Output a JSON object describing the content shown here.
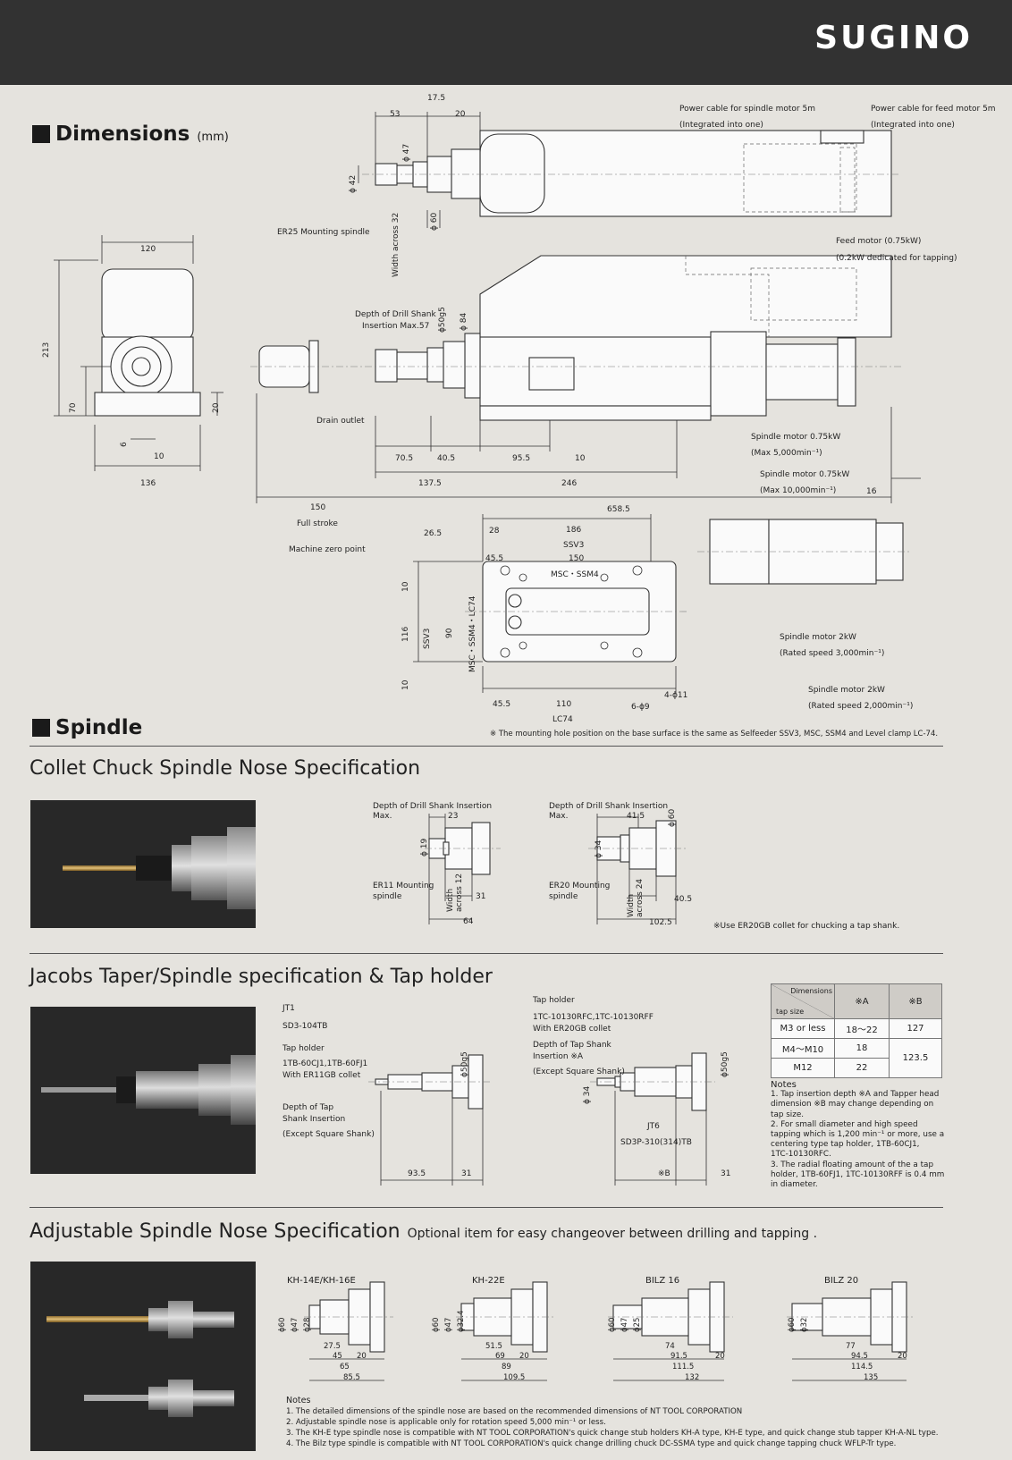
{
  "header": {
    "logo": "SUGINO"
  },
  "dimensions": {
    "title": "Dimensions",
    "unit": "(mm)",
    "labels": {
      "power_spindle": "Power cable for spindle motor 5m",
      "integrated1": "(Integrated into one)",
      "power_feed": "Power cable for feed motor 5m",
      "integrated2": "(Integrated into one)",
      "feed_motor": "Feed motor (0.75kW)",
      "feed_motor_tap": "(0.2kW dedicated for tapping)",
      "er25": "ER25 Mounting spindle",
      "width32": "Width across 32",
      "depth_drill1": "Depth of Drill Shank",
      "depth_drill2": "Insertion Max.57",
      "drain": "Drain outlet",
      "sm075a": "Spindle motor 0.75kW",
      "sm075a_speed": "(Max 5,000min⁻¹)",
      "sm075b": "Spindle motor 0.75kW",
      "sm075b_speed": "(Max 10,000min⁻¹)",
      "full_stroke": "Full stroke",
      "zero_point": "Machine zero point",
      "sm2a": "Spindle motor 2kW",
      "sm2a_speed": "(Rated speed 3,000min⁻¹)",
      "sm2b": "Spindle motor 2kW",
      "sm2b_speed": "(Rated speed 2,000min⁻¹)",
      "ssv3": "SSV3",
      "msc_ssm4": "MSC・SSM4",
      "msc_ssm4_lc74": "MSC・SSM4・LC74",
      "lc74": "LC74",
      "holes6": "6-ϕ9",
      "holes4": "4-ϕ11",
      "mounting_note": "※ The mounting hole position on the base surface is the same as Selfeeder SSV3, MSC, SSM4 and Level clamp LC-74."
    },
    "dims": {
      "d53": "53",
      "d175": "17.5",
      "d20a": "20",
      "phi47": "ϕ 47",
      "phi42": "ϕ 42",
      "phi60": "ϕ 60",
      "d120": "120",
      "d213": "213",
      "d70": "70",
      "d20b": "20",
      "d6": "6",
      "d10": "10",
      "d136": "136",
      "phi50g5": "ϕ50g5",
      "phi84": "ϕ 84",
      "d705": "70.5",
      "d405": "40.5",
      "d955": "95.5",
      "d10b": "10",
      "d1375": "137.5",
      "d246": "246",
      "d150": "150",
      "d6585": "658.5",
      "d16": "16",
      "d265": "26.5",
      "d28": "28",
      "d186": "186",
      "d455a": "45.5",
      "d150b": "150",
      "d10c": "10",
      "d116": "116",
      "d90": "90",
      "d10d": "10",
      "d455b": "45.5",
      "d110": "110"
    }
  },
  "spindle": {
    "title": "Spindle",
    "collet": {
      "title": "Collet Chuck Spindle Nose Specification",
      "a_depth1": "Depth of Drill Shank Insertion",
      "a_depth2": "Max.",
      "a_23": "23",
      "a_phi19": "ϕ 19",
      "a_er11": "ER11 Mounting",
      "a_er11b": "spindle",
      "a_width": "Width",
      "a_across": "across 12",
      "a_31": "31",
      "a_64": "64",
      "b_depth1": "Depth of Drill Shank Insertion",
      "b_depth2": "Max.",
      "b_415": "41.5",
      "b_phi60": "ϕ 60",
      "b_phi34": "ϕ 34",
      "b_er20": "ER20 Mounting",
      "b_er20b": "spindle",
      "b_width": "Width",
      "b_across": "across 24",
      "b_405": "40.5",
      "b_1025": "102.5",
      "note": "※Use ER20GB collet for chucking a tap shank."
    },
    "jacobs": {
      "title": "Jacobs Taper/Spindle specification & Tap holder",
      "jt1": "JT1",
      "sd3": "SD3-104TB",
      "tap_holder": "Tap holder",
      "tb": "1TB-60CJ1,1TB-60FJ1",
      "er11gb": "With ER11GB collet",
      "depth1": "Depth of Tap",
      "depth2": "Shank Insertion",
      "except": "(Except Square Shank)",
      "phi50g5a": "ϕ50g5",
      "d935": "93.5",
      "d31a": "31",
      "tap_holder2": "Tap holder",
      "tc": "1TC-10130RFC,1TC-10130RFF",
      "er20gb": "With ER20GB collet",
      "depth_b1": "Depth of Tap Shank",
      "depth_b2": "Insertion ※A",
      "except2": "(Except Square Shank)",
      "phi34": "ϕ 34",
      "jt6": "JT6",
      "sd3p": "SD3P-310(314)TB",
      "phi50g5b": "ϕ50g5",
      "xb": "※B",
      "d31b": "31",
      "table": {
        "h_dim": "Dimensions",
        "h_tap": "tap size",
        "h_a": "※A",
        "h_b": "※B",
        "rows": [
          [
            "M3 or less",
            "18～22",
            "127"
          ],
          [
            "M4～M10",
            "18",
            "123.5"
          ],
          [
            "M12",
            "22",
            ""
          ]
        ]
      },
      "notes_title": "Notes",
      "notes": [
        "1. Tap insertion depth ※A and Tapper head",
        "dimension ※B may change depending on",
        "tap size.",
        "2. For small diameter and high speed",
        "tapping which is 1,200 min⁻¹ or more, use a",
        "centering type tap holder, 1TB-60CJ1,",
        "1TC-10130RFC.",
        "3. The radial floating amount of the a tap",
        "holder, 1TB-60FJ1, 1TC-10130RFF is 0.4 mm",
        "in diameter."
      ]
    },
    "adjustable": {
      "title": "Adjustable Spindle Nose Specification",
      "subtitle": "Optional item for easy changeover between drilling and tapping .",
      "noses": [
        {
          "name": "KH-14E/KH-16E",
          "phis": [
            "ϕ60",
            "ϕ47",
            "ϕ28"
          ],
          "dims": [
            "27.5",
            "45",
            "20",
            "65",
            "85.5"
          ]
        },
        {
          "name": "KH-22E",
          "phis": [
            "ϕ60",
            "ϕ47",
            "ϕ32.4"
          ],
          "dims": [
            "51.5",
            "69",
            "20",
            "89",
            "109.5"
          ]
        },
        {
          "name": "BILZ 16",
          "phis": [
            "ϕ60",
            "ϕ47",
            "ϕ25"
          ],
          "dims": [
            "74",
            "91.5",
            "20",
            "111.5",
            "132"
          ]
        },
        {
          "name": "BILZ 20",
          "phis": [
            "ϕ60",
            "ϕ32"
          ],
          "dims": [
            "77",
            "94.5",
            "20",
            "114.5",
            "135"
          ]
        }
      ],
      "notes_title": "Notes",
      "notes": [
        "1. The detailed dimensions of the spindle nose are based on the recommended dimensions of NT TOOL CORPORATION",
        "2. Adjustable spindle nose is applicable only for rotation speed  5,000 min⁻¹ or less.",
        "3. The KH-E type spindle nose is compatible with NT TOOL CORPORATION's quick change stub holders KH-A type, KH-E type, and quick change stub tapper KH-A-NL type.",
        "4. The Bilz type spindle is compatible with NT TOOL CORPORATION's quick change drilling chuck DC-SSMA type and quick change tapping chuck WFLP-Tr type."
      ]
    }
  }
}
